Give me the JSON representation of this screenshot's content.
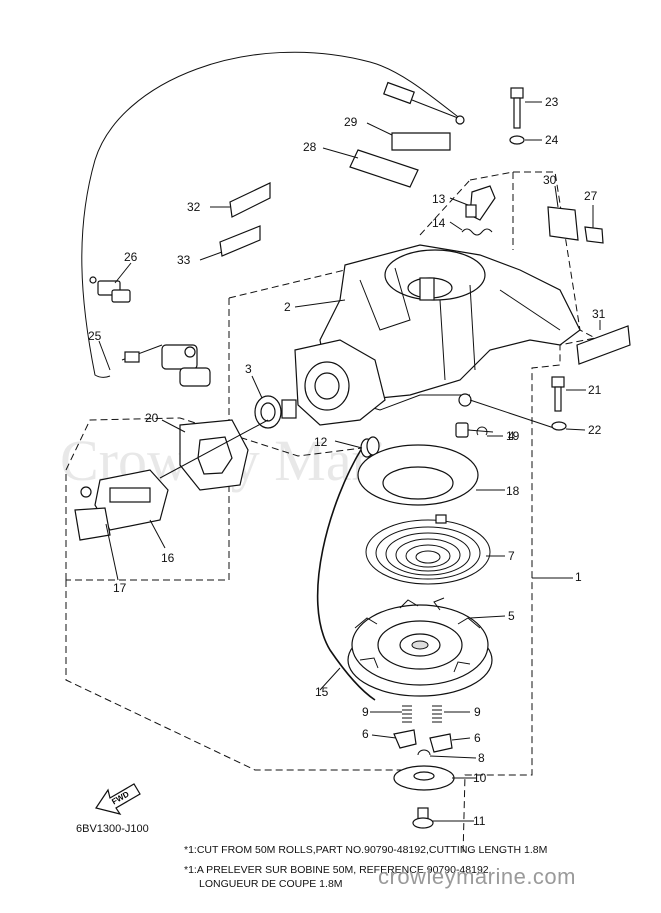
{
  "watermark": {
    "large": "Crowley Marine",
    "site": "crowleymarine.com"
  },
  "diagram_code": "6BV1300-J100",
  "fwd_label": "FWD",
  "notes": [
    "*1:CUT FROM 50M ROLLS,PART NO.90790-48192,CUTTING LENGTH 1.8M",
    "*1:A PRELEVER SUR BOBINE 50M, REFERENCE 90790-48192,",
    "LONGUEUR DE COUPE 1.8M"
  ],
  "callouts": {
    "c1": "1",
    "c2": "2",
    "c3": "3",
    "c4": "4",
    "c5": "5",
    "c6a": "6",
    "c6b": "6",
    "c7": "7",
    "c8": "8",
    "c9a": "9",
    "c9b": "9",
    "c10": "10",
    "c11": "11",
    "c12": "12",
    "c13": "13",
    "c14": "14",
    "c15": "15",
    "c16": "16",
    "c17": "17",
    "c18": "18",
    "c19": "19",
    "c20": "20",
    "c21": "21",
    "c22": "22",
    "c23": "23",
    "c24": "24",
    "c25": "25",
    "c26": "26",
    "c27": "27",
    "c28": "28",
    "c29": "29",
    "c30": "30",
    "c31": "31",
    "c32": "32",
    "c33": "33"
  }
}
